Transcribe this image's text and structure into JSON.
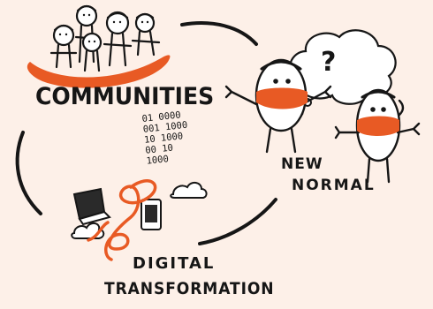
{
  "labels": {
    "communities": "COMMUNITIES",
    "new": "NEW",
    "normal": "NORMAL",
    "digital": "DIGITAL",
    "transformation": "TRANSFORMATION",
    "question_mark": "?"
  },
  "binary_lines": [
    "01 0000",
    "001 1000",
    "10 1000",
    "00 10",
    "1000"
  ],
  "colors": {
    "background": "#fdf0e8",
    "accent": "#e85a24",
    "ink": "#161616"
  },
  "icons": {
    "people": "community-people",
    "speech": "question-thought-bubble",
    "devices": [
      "laptop-icon",
      "smartphone-icon",
      "cloud-icon"
    ]
  }
}
